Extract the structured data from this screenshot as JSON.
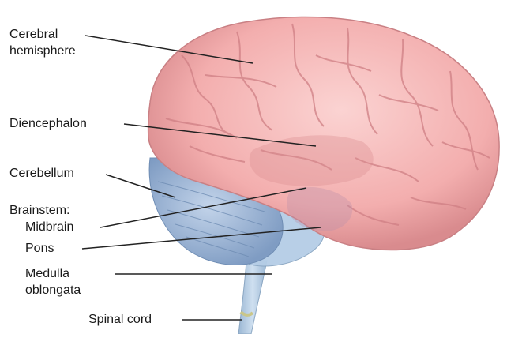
{
  "labels": {
    "cerebral_line1": "Cerebral",
    "cerebral_line2": "hemisphere",
    "diencephalon": "Diencephalon",
    "cerebellum": "Cerebellum",
    "brainstem": "Brainstem:",
    "midbrain": "Midbrain",
    "pons": "Pons",
    "medulla_line1": "Medulla",
    "medulla_line2": "oblongata",
    "spinal_cord": "Spinal cord"
  },
  "colors": {
    "cerebrum": "#f3aeae",
    "cerebrum_dark": "#d98b8e",
    "cerebrum_light": "#fbd3d2",
    "cerebellum": "#9fb8d8",
    "cerebellum_dark": "#7f9cc3",
    "brainstem": "#b5cde6",
    "spinal_cord": "#a9c3dc",
    "leader_line": "#222222"
  }
}
